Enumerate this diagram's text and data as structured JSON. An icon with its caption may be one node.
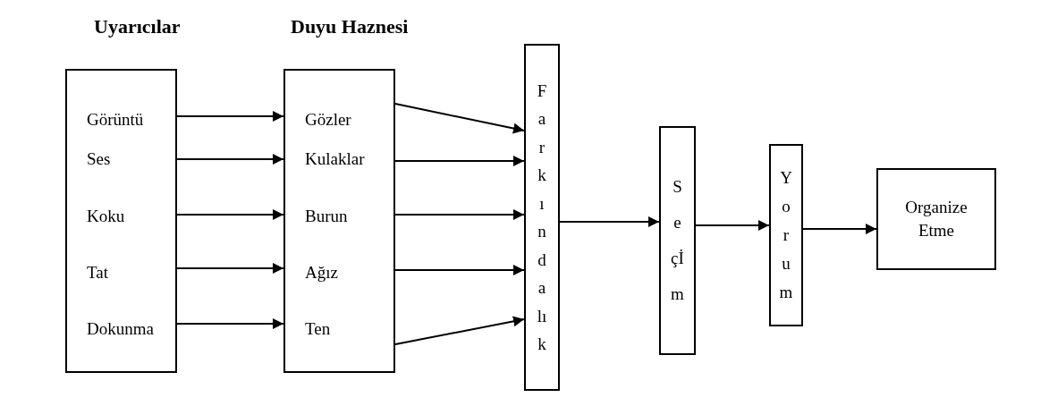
{
  "diagram": {
    "nodes": [
      {
        "text": [
          "Uyarıcılar",
          "Görüntü",
          "Ses",
          "Koku",
          "Tat",
          "Dokunma"
        ]
      },
      {
        "text": [
          "Duyu Haznesi"
        ]
      },
      {
        "text": [
          "Gözler"
        ],
        "in": 1
      },
      {
        "text": [
          "Kulaklar"
        ],
        "in": 1
      },
      {
        "text": [
          "Burun"
        ],
        "in": 1
      },
      {
        "text": [
          "Ağız"
        ],
        "in": 1
      },
      {
        "text": [
          "Ten"
        ],
        "in": 1
      },
      {
        "text": [
          "Farkındalık"
        ]
      },
      {
        "text": [
          "Seçİm"
        ]
      },
      {
        "text": [
          "Yorum"
        ]
      },
      {
        "text": [
          "Organize Etme"
        ]
      }
    ],
    "edges": [
      {
        "from": 0,
        "to": 2,
        "arrow": "to"
      },
      {
        "from": 0,
        "to": 3,
        "arrow": "to"
      },
      {
        "from": 0,
        "to": 4,
        "arrow": "to"
      },
      {
        "from": 0,
        "to": 5,
        "arrow": "to"
      },
      {
        "from": 0,
        "to": 6,
        "arrow": "to"
      },
      {
        "from": 2,
        "to": 7,
        "arrow": "to"
      },
      {
        "from": 3,
        "to": 7,
        "arrow": "to"
      },
      {
        "from": 4,
        "to": 7,
        "arrow": "to"
      },
      {
        "from": 5,
        "to": 7,
        "arrow": "to"
      },
      {
        "from": 6,
        "to": 7,
        "arrow": "to"
      },
      {
        "from": 7,
        "to": 8,
        "arrow": "to"
      },
      {
        "from": 8,
        "to": 9,
        "arrow": "to"
      },
      {
        "from": 9,
        "to": 10,
        "arrow": "to"
      }
    ]
  }
}
